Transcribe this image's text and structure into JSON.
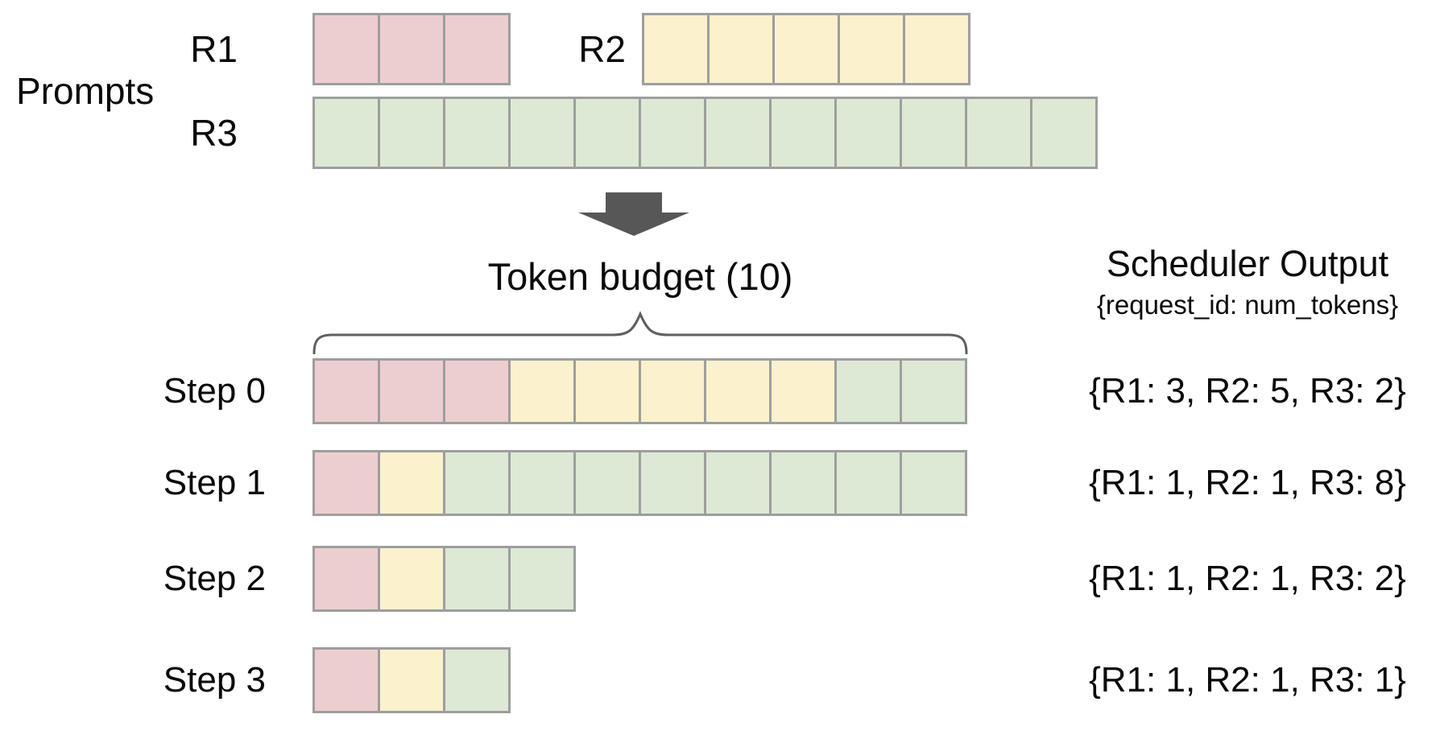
{
  "prompts_section": {
    "label": "Prompts",
    "requests": [
      {
        "id": "R1",
        "label": "R1",
        "color_key": "r1",
        "num_prompt_tokens": 3
      },
      {
        "id": "R2",
        "label": "R2",
        "color_key": "r2",
        "num_prompt_tokens": 5
      },
      {
        "id": "R3",
        "label": "R3",
        "color_key": "r3",
        "num_prompt_tokens": 12
      }
    ]
  },
  "token_budget": {
    "label": "Token budget (10)",
    "budget": 10
  },
  "scheduler": {
    "title": "Scheduler Output",
    "subtitle": "{request_id: num_tokens}",
    "steps": [
      {
        "label": "Step 0",
        "output": "{R1: 3, R2: 5, R3: 2}",
        "cells": {
          "r1": 3,
          "r2": 5,
          "r3": 2
        }
      },
      {
        "label": "Step 1",
        "output": "{R1: 1, R2: 1, R3: 8}",
        "cells": {
          "r1": 1,
          "r2": 1,
          "r3": 8
        }
      },
      {
        "label": "Step 2",
        "output": "{R1: 1, R2: 1, R3: 2}",
        "cells": {
          "r1": 1,
          "r2": 1,
          "r3": 2
        }
      },
      {
        "label": "Step 3",
        "output": "{R1: 1, R2: 1, R3: 1}",
        "cells": {
          "r1": 1,
          "r2": 1,
          "r3": 1
        }
      }
    ]
  },
  "colors": {
    "r1": "#edced0",
    "r2": "#fbf1cd",
    "r3": "#dde9d5",
    "cell_border": "#9e9e9e",
    "arrow": "#575757",
    "brace": "#5f5f5f",
    "text": "#0a0a0a"
  }
}
